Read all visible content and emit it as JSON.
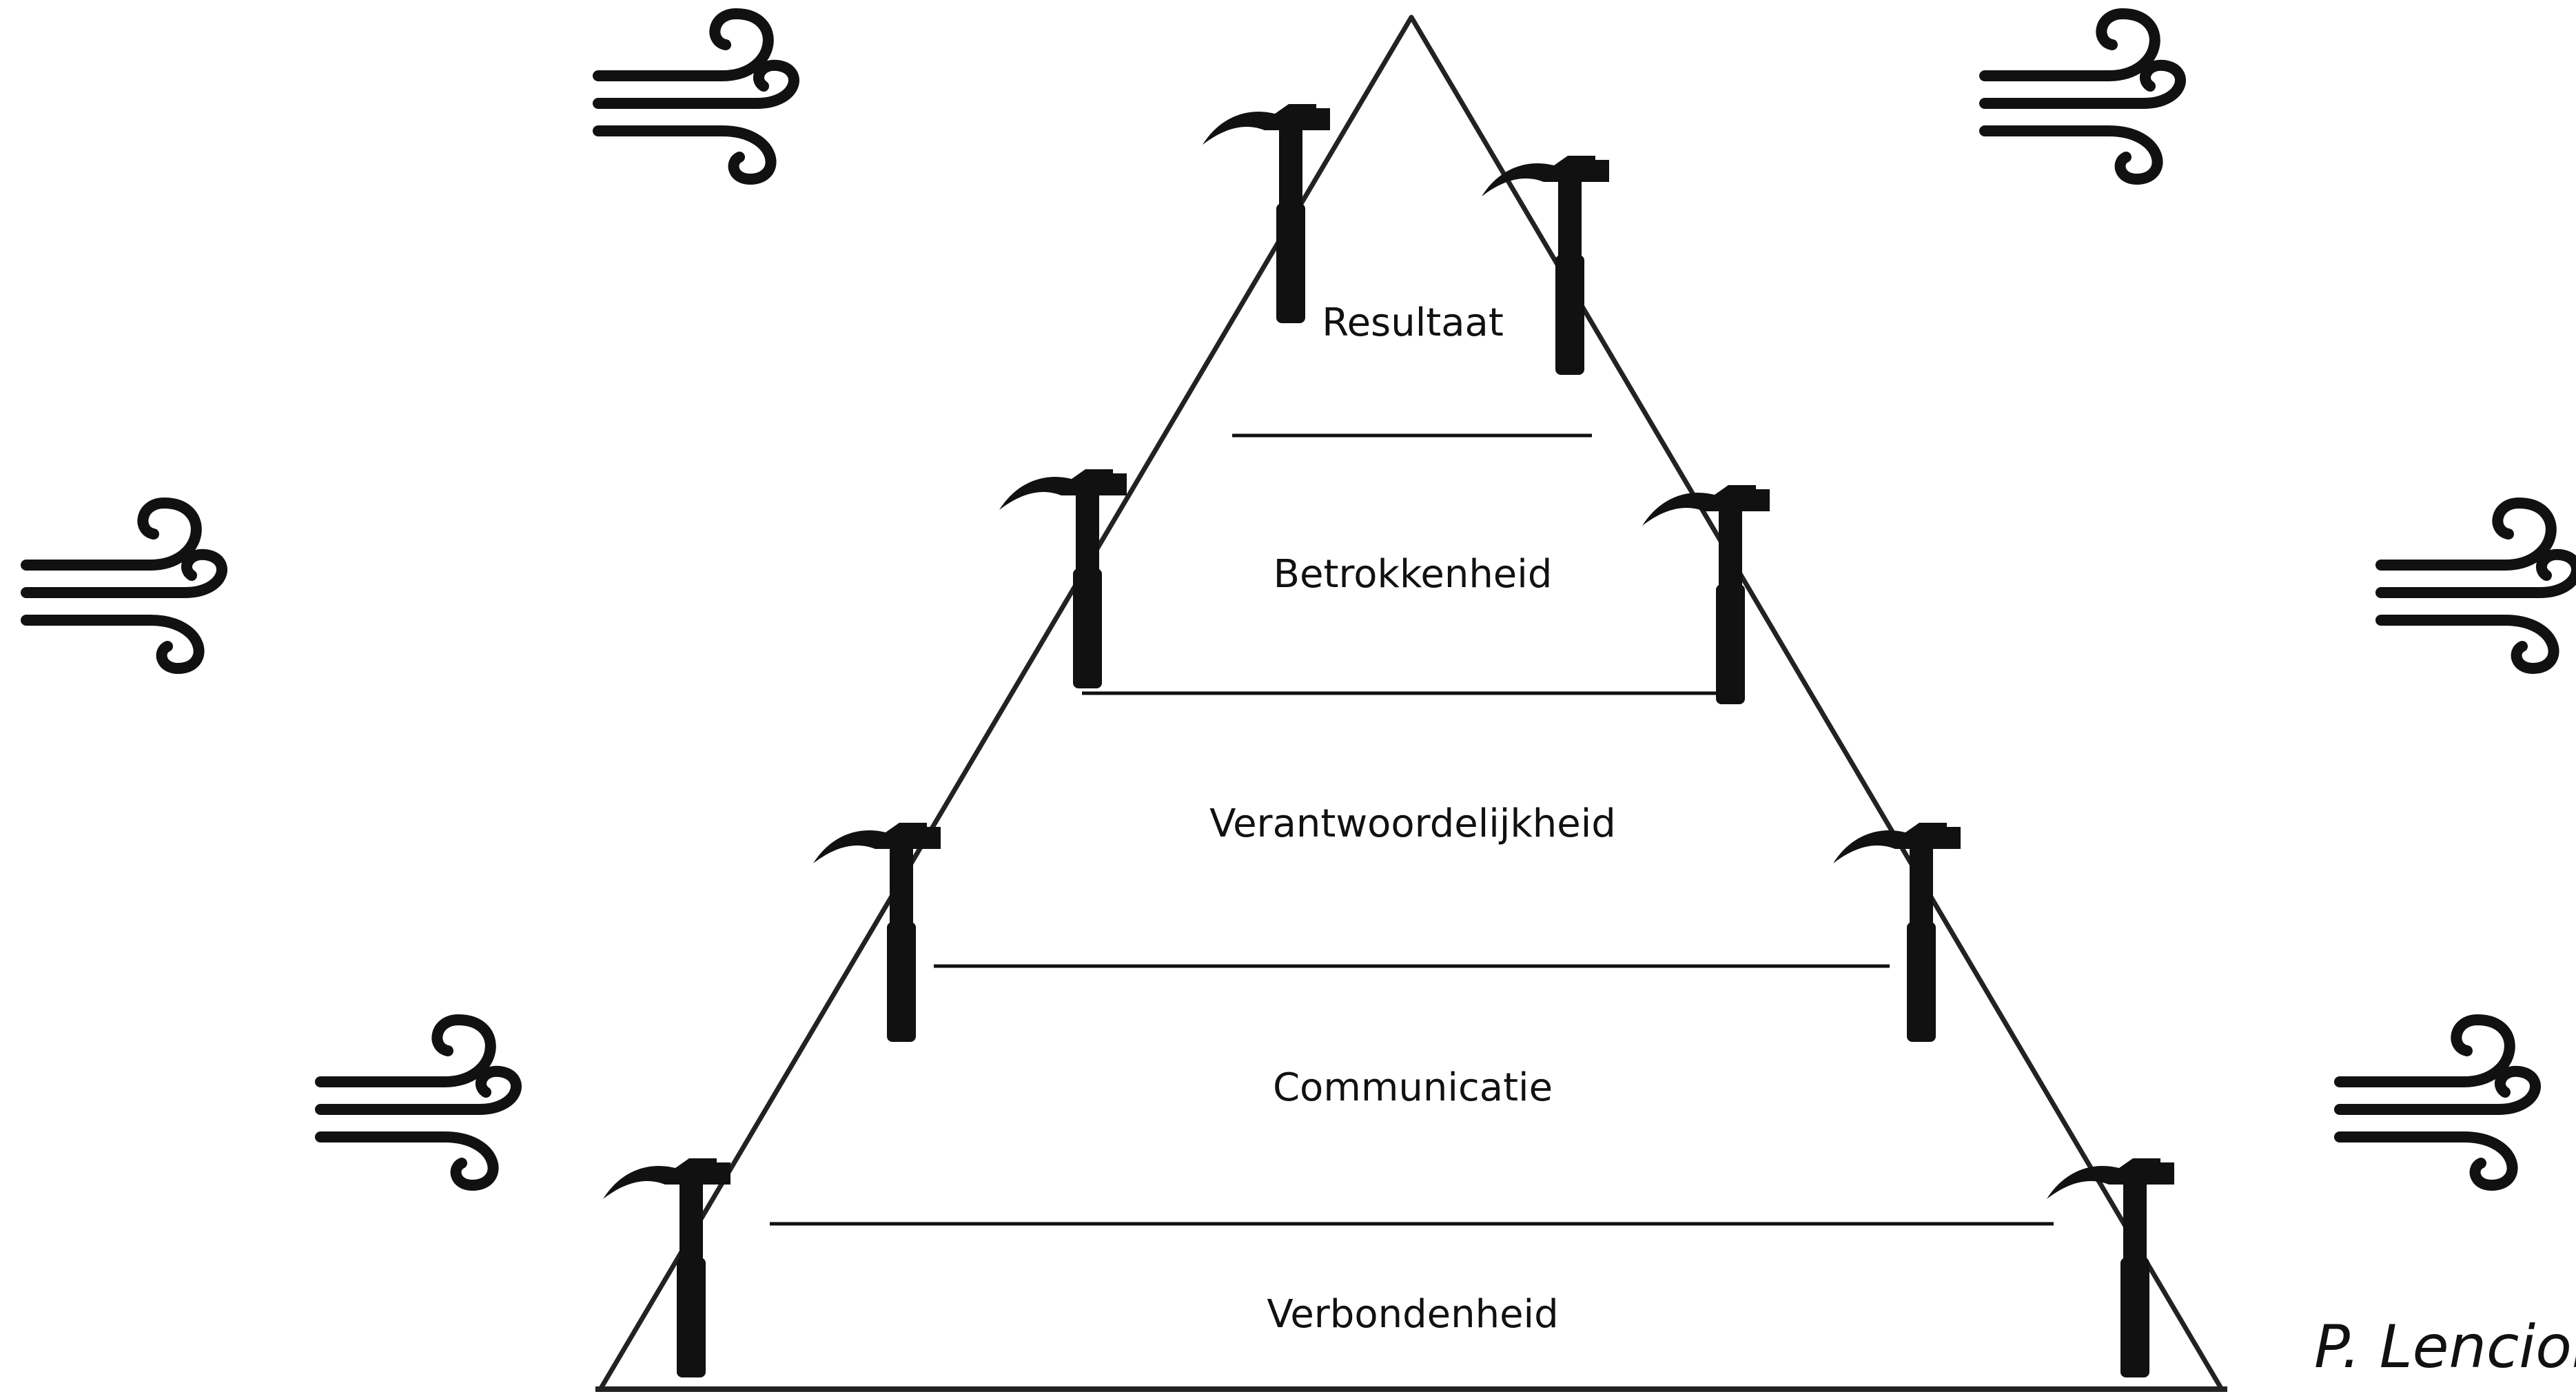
{
  "diagram": {
    "levels": [
      {
        "label": "Resultaat"
      },
      {
        "label": "Betrokkenheid"
      },
      {
        "label": "Verantwoordelijkheid"
      },
      {
        "label": "Communicatie"
      },
      {
        "label": "Verbondenheid"
      }
    ],
    "attribution": "P. Lencioni",
    "icons": {
      "hammer": "hammer-icon",
      "wind": "wind-icon"
    },
    "colors": {
      "ink": "#111111",
      "background": "#ffffff"
    }
  }
}
